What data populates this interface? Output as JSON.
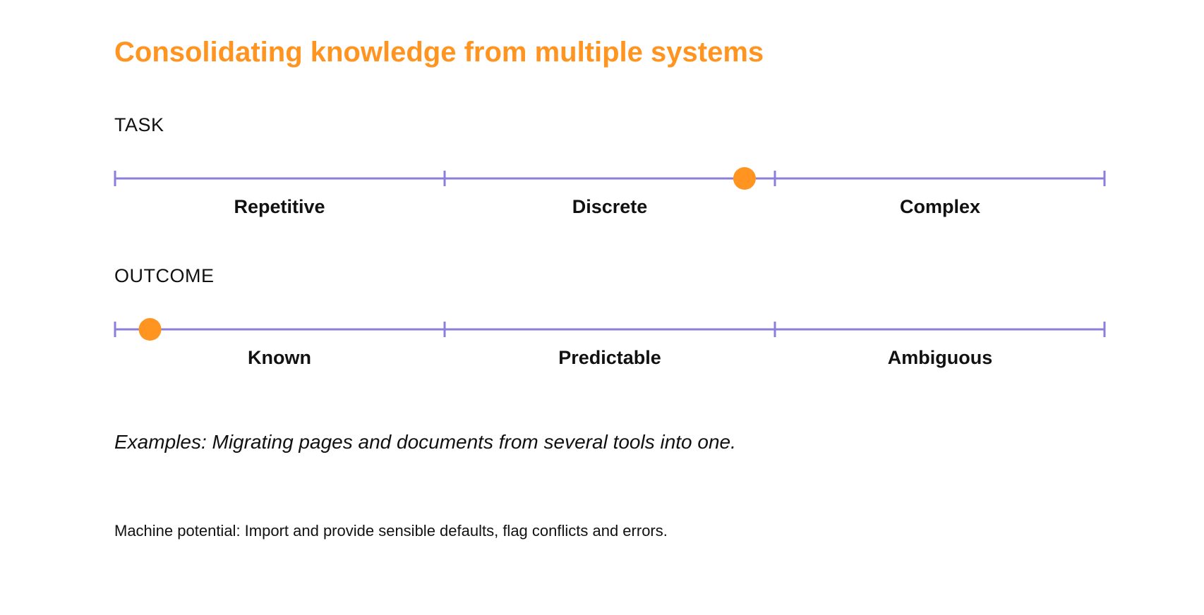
{
  "title": "Consolidating knowledge from multiple systems",
  "colors": {
    "accent": "#FF9421",
    "scale_line": "#8B7FDB",
    "text": "#111111"
  },
  "task": {
    "label": "TASK",
    "segments": [
      "Repetitive",
      "Discrete",
      "Complex"
    ],
    "marker_position": 0.636
  },
  "outcome": {
    "label": "OUTCOME",
    "segments": [
      "Known",
      "Predictable",
      "Ambiguous"
    ],
    "marker_position": 0.036
  },
  "examples": "Examples: Migrating pages and documents from several tools into one.",
  "machine_potential": "Machine potential: Import and provide sensible defaults, flag conflicts and errors."
}
